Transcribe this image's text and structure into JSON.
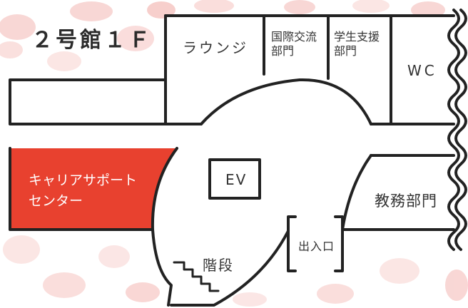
{
  "map": {
    "title": "２号館１Ｆ",
    "rooms": {
      "lounge": "ラウンジ",
      "international_line1": "国際交流",
      "international_line2": "部門",
      "student_support_line1": "学生支援",
      "student_support_line2": "部門",
      "wc": "WC",
      "ev": "EV",
      "academic_affairs": "教務部門",
      "career_center_line1": "キャリアサポート",
      "career_center_line2": "センター",
      "entrance": "出入口",
      "stairs": "階段"
    },
    "colors": {
      "wall": "#222222",
      "highlight": "#e8412f",
      "background_petals": "#f2b3b0"
    },
    "highlighted_room": "career_center"
  }
}
